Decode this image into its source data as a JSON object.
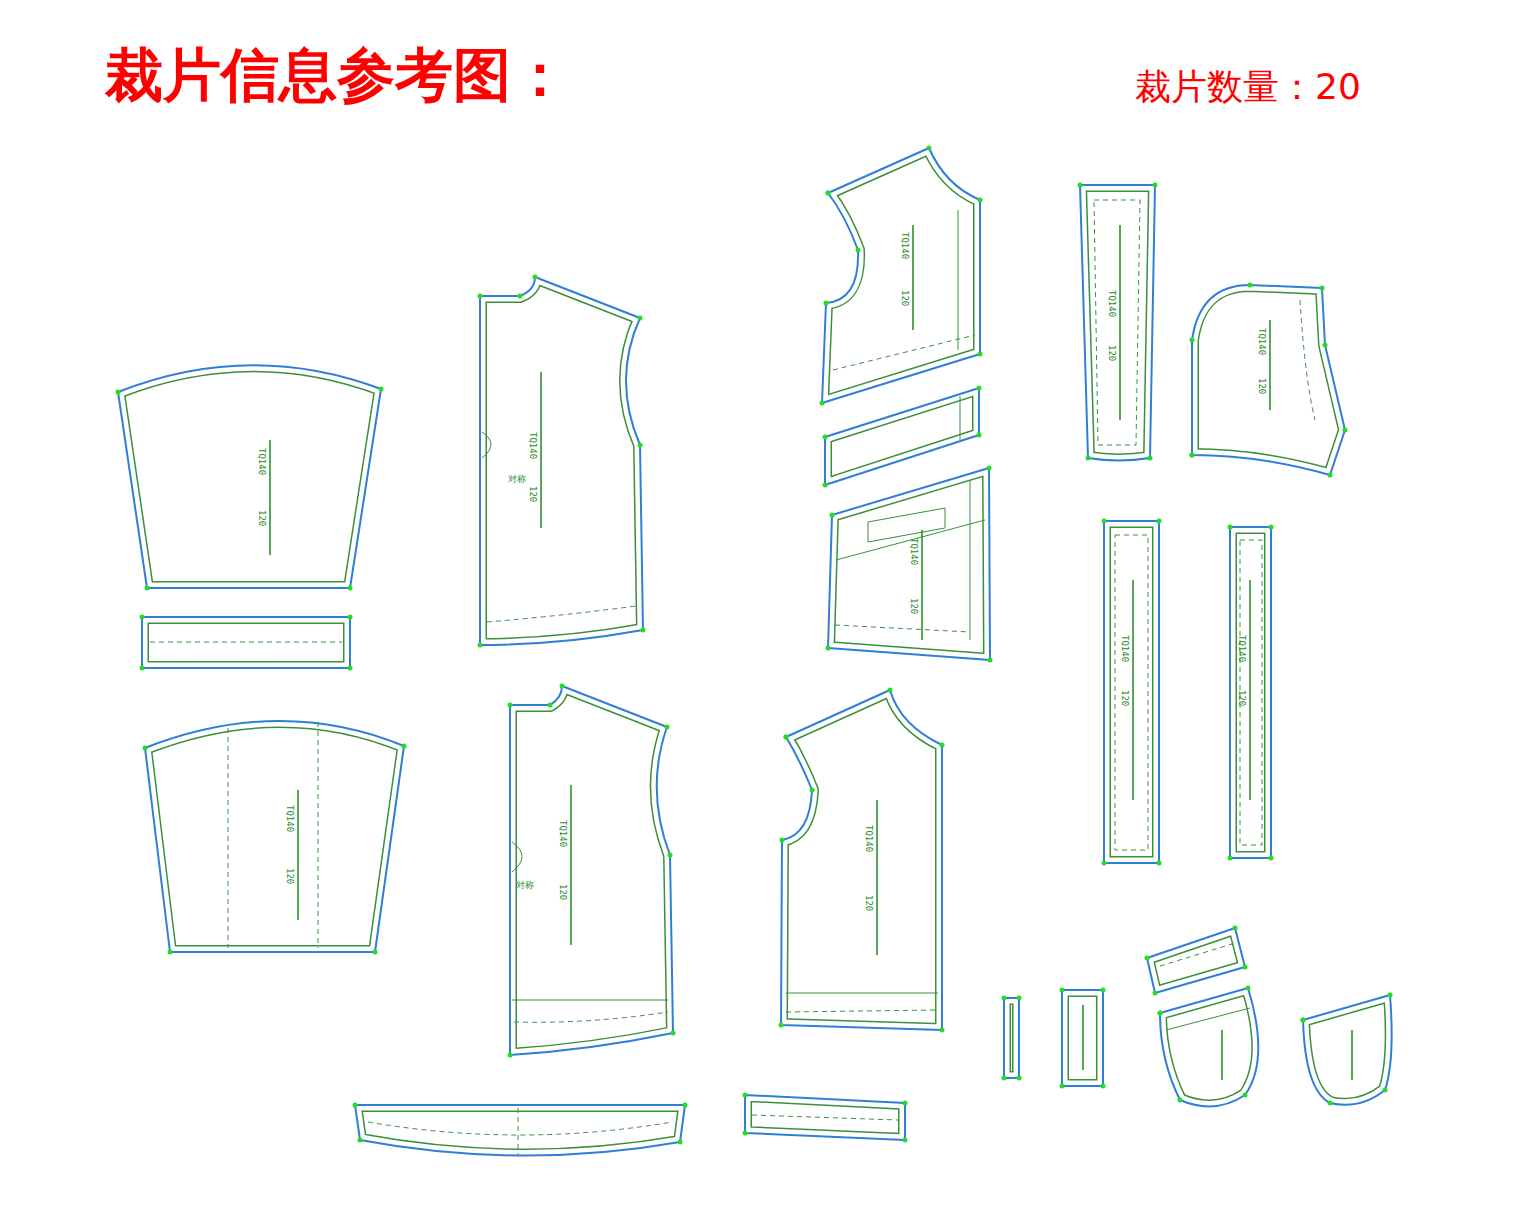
{
  "diagram": {
    "title": "裁片信息参考图：",
    "nodes": [
      {
        "text": [
          "TQ140",
          "120"
        ]
      },
      {
        "text": [
          "TQ140",
          "120",
          "对称"
        ]
      },
      {
        "text": [
          "TQ140",
          "120"
        ]
      },
      {
        "text": [
          "TQ140",
          "120"
        ]
      },
      {
        "text": [
          "TQ140",
          "120"
        ]
      },
      {
        "text": [
          "TQ140",
          "120",
          "对称"
        ]
      },
      {
        "text": [
          "TQ140",
          "120"
        ]
      },
      {
        "text": [
          "TQ140",
          "120"
        ]
      },
      {
        "text": [
          "TQ140",
          "120"
        ]
      },
      {
        "text": [
          "TQ140",
          "120"
        ]
      },
      {
        "text": [
          "TQ140",
          "120"
        ]
      }
    ],
    "labels": [
      "裁片数量：20"
    ]
  }
}
